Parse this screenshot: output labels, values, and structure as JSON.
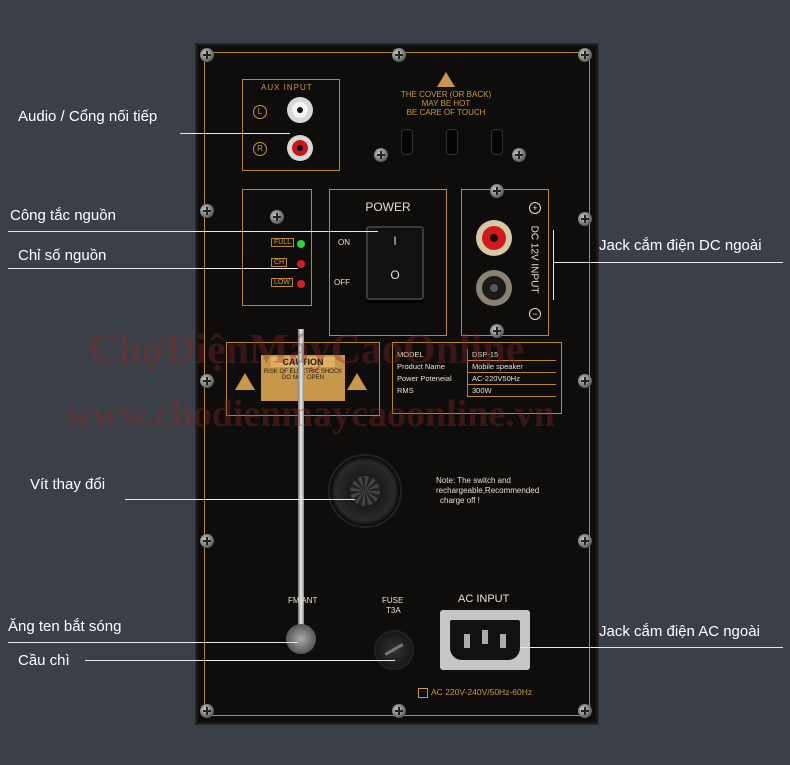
{
  "callouts": {
    "audio": "Audio / Cổng nối tiếp",
    "power_switch": "Công tắc nguồn",
    "power_indicator": "Chỉ số nguồn",
    "screw": "Vít thay đổi",
    "antenna": "Ăng ten bắt sóng",
    "fuse": "Cầu chì",
    "dc_jack": "Jack cắm điện DC ngoài",
    "ac_jack": "Jack cắm điện AC ngoài"
  },
  "panel": {
    "aux_title": "AUX INPUT",
    "aux_left": "L",
    "aux_right": "R",
    "warning_line1": "THE COVER (OR BACK)",
    "warning_line2": "MAY BE HOT",
    "warning_line3": "BE CARE OF TOUCH",
    "led_full": "FULL",
    "led_ch": "CH",
    "led_low": "LOW",
    "power_title": "POWER",
    "power_on": "ON",
    "power_off": "OFF",
    "switch_on_mark": "I",
    "switch_off_mark": "O",
    "dc_label": "DC 12V INPUT",
    "caution_title": "CAUTION",
    "caution_text1": "RISK OF ELECTRIC SHOCK",
    "caution_text2": "DO NOT OPEN",
    "spec": [
      {
        "label": "MODEL",
        "value": "DSP-15"
      },
      {
        "label": "Product Name",
        "value": "Mobile speaker"
      },
      {
        "label": "Power Poteneial",
        "value": "AC-220V50Hz"
      },
      {
        "label": "RMS",
        "value": "300W"
      }
    ],
    "note_line1": "Note: The switch and",
    "note_line2": "rechargeable,Recommended",
    "note_line3": "charge off !",
    "fm_ant": "FM ANT",
    "fuse_label1": "FUSE",
    "fuse_label2": "T3A",
    "ac_input": "AC INPUT",
    "ac_rating": "AC 220V-240V/50Hz-60Hz"
  },
  "watermark": {
    "line1": "ChợĐiệnMáyCaoOnline",
    "line2": "www.chodienmaycaoonline.vn"
  },
  "colors": {
    "background": "#3a3f48",
    "panel": "#0e0d0c",
    "gold": "#b8873e",
    "callout_text": "#ffffff"
  }
}
